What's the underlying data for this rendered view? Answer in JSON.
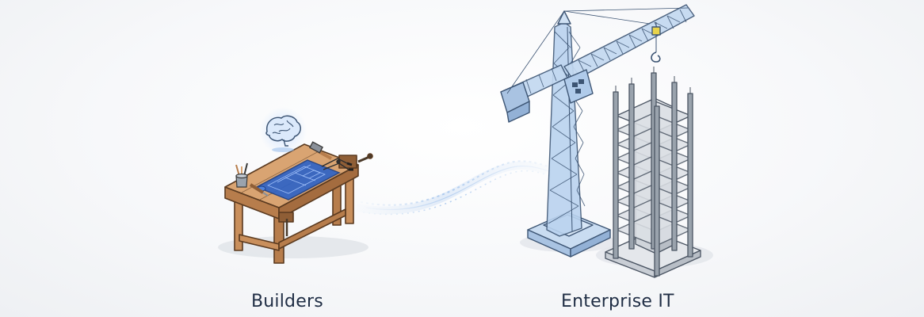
{
  "labels": {
    "left": "Builders",
    "right": "Enterprise IT"
  },
  "icons": [
    "brain-icon",
    "blueprint",
    "hammer-icon",
    "pliers-icon",
    "brush-cup-icon",
    "crane",
    "building-frame"
  ],
  "colors": {
    "wood": "#c98f5c",
    "wood_dark": "#8f5e36",
    "glass_blue": "#b9d3ee",
    "glass_stroke": "#3d5574",
    "steel": "#9aa3ad",
    "label_text": "#1f2d44"
  }
}
